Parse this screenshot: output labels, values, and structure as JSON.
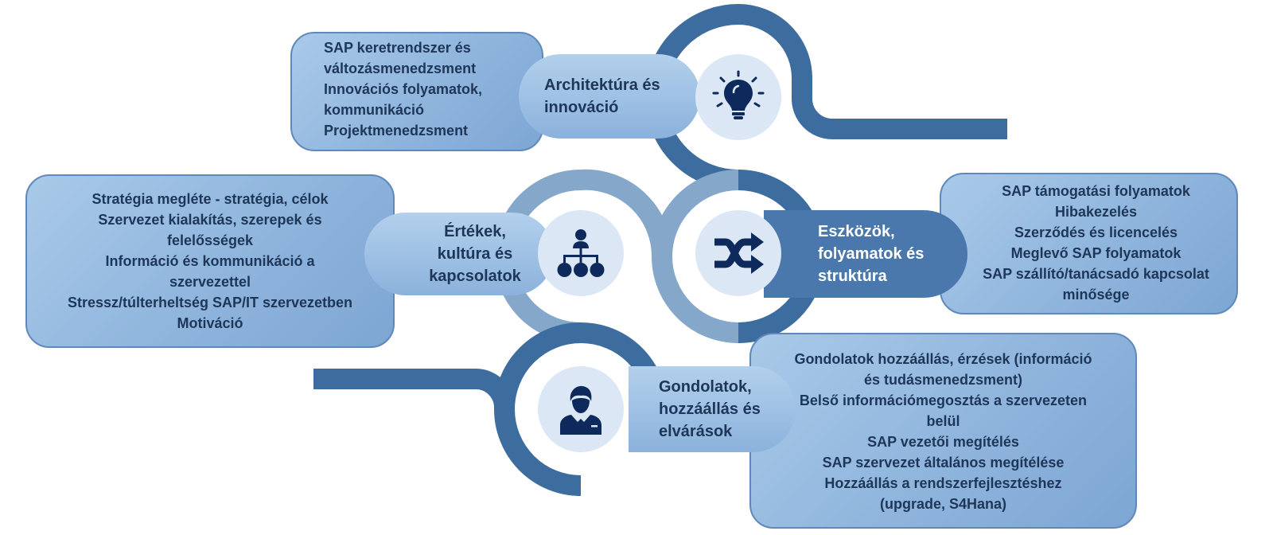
{
  "colors": {
    "band_dark": "#3d6c9f",
    "band_light": "#85a7c9",
    "box_fill": "#8fb5dd",
    "box_border": "#5e89ba",
    "text": "#1e3658",
    "icon": "#0e2a5c",
    "icon_bg": "#dbe7f4"
  },
  "stages": [
    {
      "title_lines": [
        "Architektúra és",
        "innováció"
      ],
      "icon": "lightbulb-icon",
      "details": [
        "SAP keretrendszer és",
        "változásmenedzsment",
        "Innovációs folyamatok,",
        "kommunikáció",
        "Projektmenedzsment"
      ]
    },
    {
      "title_lines": [
        "Értékek,",
        "kultúra és",
        "kapcsolatok"
      ],
      "icon": "hierarchy-icon",
      "details": [
        "Stratégia megléte - stratégia, célok",
        "Szervezet kialakítás, szerepek és",
        "felelősségek",
        "Információ és kommunikáció a",
        "szervezettel",
        "Stressz/túlterheltség SAP/IT szervezetben",
        "Motiváció"
      ]
    },
    {
      "title_lines": [
        "Eszközök,",
        "folyamatok és",
        "struktúra"
      ],
      "icon": "shuffle-arrows-icon",
      "details": [
        "SAP támogatási folyamatok",
        "Hibakezelés",
        "Szerződés és licencelés",
        "Meglevő SAP folyamatok",
        "SAP szállító/tanácsadó kapcsolat",
        "minősége"
      ]
    },
    {
      "title_lines": [
        "Gondolatok,",
        "hozzáállás és",
        "elvárások"
      ],
      "icon": "person-icon",
      "details": [
        "Gondolatok hozzáállás, érzések (információ",
        "és tudásmenedzsment)",
        "Belső információmegosztás a szervezeten",
        "belül",
        "SAP vezetői megítélés",
        "SAP szervezet általános megítélése",
        "Hozzáállás a rendszerfejlesztéshez",
        "(upgrade, S4Hana)"
      ]
    }
  ]
}
